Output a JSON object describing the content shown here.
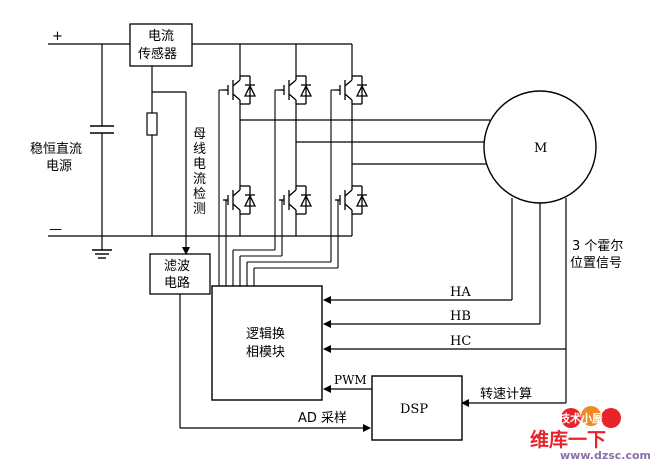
{
  "diagram": {
    "supply_plus": "+",
    "supply_minus": "—",
    "supply_label_1": "稳恒直流",
    "supply_label_2": "电源",
    "current_sensor_1": "电流",
    "current_sensor_2": "传感器",
    "bus_detect_chars": [
      "母",
      "线",
      "电",
      "流",
      "检",
      "测"
    ],
    "filter_1": "滤波",
    "filter_2": "电路",
    "logic_1": "逻辑换",
    "logic_2": "相模块",
    "motor": "M",
    "hall_1": "3 个霍尔",
    "hall_2": "位置信号",
    "ha": "HA",
    "hb": "HB",
    "hc": "HC",
    "pwm": "PWM",
    "dsp": "DSP",
    "speed": "转速计算",
    "ad": "AD 采样"
  },
  "watermark": {
    "badge": "技术小屋",
    "site_cn": "维库一下",
    "url": "www.dzsc.com"
  }
}
